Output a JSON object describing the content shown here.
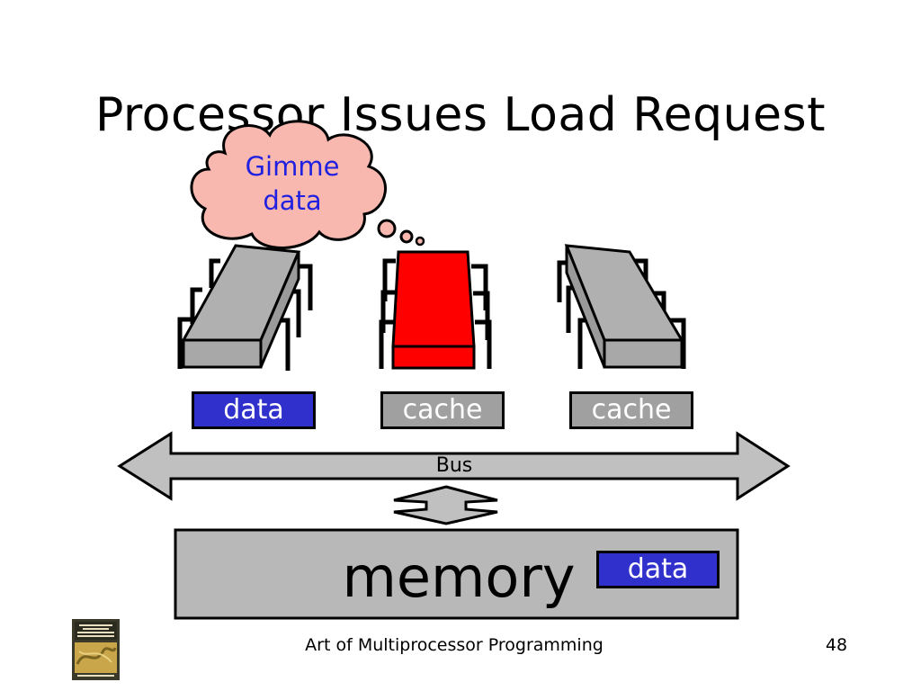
{
  "title": "Processor Issues Load Request",
  "thought_bubble": {
    "line1": "Gimme",
    "line2": "data",
    "text_color": "#2020e0",
    "fill_color": "#f8b8b0"
  },
  "processors": [
    {
      "state": "idle",
      "color": "#b0b0b0"
    },
    {
      "state": "requesting",
      "color": "#ff0000"
    },
    {
      "state": "idle",
      "color": "#b0b0b0"
    }
  ],
  "caches": [
    {
      "label": "data",
      "color": "#3030cc"
    },
    {
      "label": "cache",
      "color": "#a0a0a0"
    },
    {
      "label": "cache",
      "color": "#a0a0a0"
    }
  ],
  "bus": {
    "label": "Bus",
    "color": "#c0c0c0"
  },
  "memory": {
    "label": "memory",
    "data_label": "data",
    "color": "#b8b8b8",
    "data_color": "#3030cc"
  },
  "footer": {
    "text": "Art of Multiprocessor Programming",
    "page_number": "48"
  }
}
